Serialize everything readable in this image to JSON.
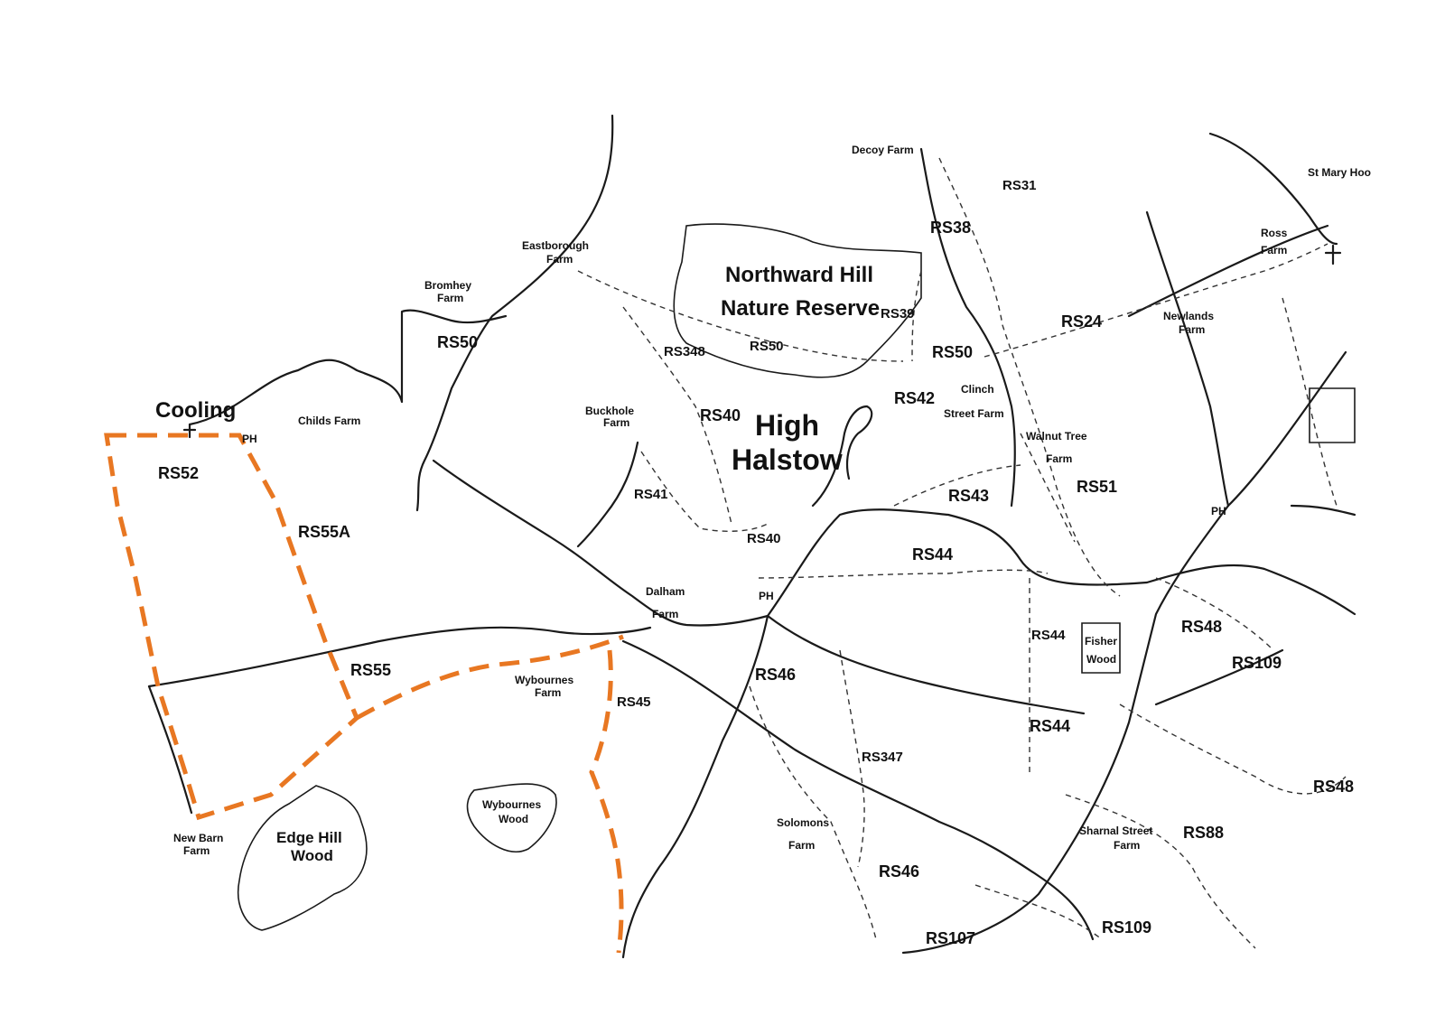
{
  "map": {
    "places": {
      "high": "High",
      "halstow": "Halstow",
      "northward_hill_1": "Northward Hill",
      "northward_hill_2": "Nature Reserve",
      "cooling": "Cooling"
    },
    "farms": {
      "decoy": "Decoy Farm",
      "eastborough_1": "Eastborough",
      "eastborough_2": "Farm",
      "bromhey_1": "Bromhey",
      "bromhey_2": "Farm",
      "childs": "Childs Farm",
      "buckhole_1": "Buckhole",
      "buckhole_2": "Farm",
      "clinch_1": "Clinch",
      "clinch_2": "Street Farm",
      "walnut_1": "Walnut Tree",
      "walnut_2": "Farm",
      "newlands_1": "Newlands",
      "newlands_2": "Farm",
      "ross_1": "Ross",
      "ross_2": "Farm",
      "st_mary": "St Mary Hoo",
      "dalham_1": "Dalham",
      "dalham_2": "Farm",
      "wybournes_farm_1": "Wybournes",
      "wybournes_farm_2": "Farm",
      "new_barn_1": "New Barn",
      "new_barn_2": "Farm",
      "solomons_1": "Solomons",
      "solomons_2": "Farm",
      "sharnal_1": "Sharnal Street",
      "sharnal_2": "Farm"
    },
    "woods": {
      "edge_hill_1": "Edge Hill",
      "edge_hill_2": "Wood",
      "wybournes_wood_1": "Wybournes",
      "wybournes_wood_2": "Wood",
      "fisher_1": "Fisher",
      "fisher_2": "Wood"
    },
    "pubs": {
      "ph1": "PH",
      "ph2": "PH",
      "ph3": "PH"
    },
    "paths": {
      "rs31": "RS31",
      "rs38": "RS38",
      "rs39": "RS39",
      "rs24": "RS24",
      "rs50a": "RS50",
      "rs50b": "RS50",
      "rs50c": "RS50",
      "rs348": "RS348",
      "rs40a": "RS40",
      "rs40b": "RS40",
      "rs42": "RS42",
      "rs41": "RS41",
      "rs43": "RS43",
      "rs51": "RS51",
      "rs44a": "RS44",
      "rs44b": "RS44",
      "rs44c": "RS44",
      "rs52": "RS52",
      "rs55a": "RS55A",
      "rs55": "RS55",
      "rs45": "RS45",
      "rs46a": "RS46",
      "rs46b": "RS46",
      "rs347": "RS347",
      "rs48a": "RS48",
      "rs48b": "RS48",
      "rs109a": "RS109",
      "rs109b": "RS109",
      "rs88": "RS88",
      "rs107": "RS107"
    }
  }
}
